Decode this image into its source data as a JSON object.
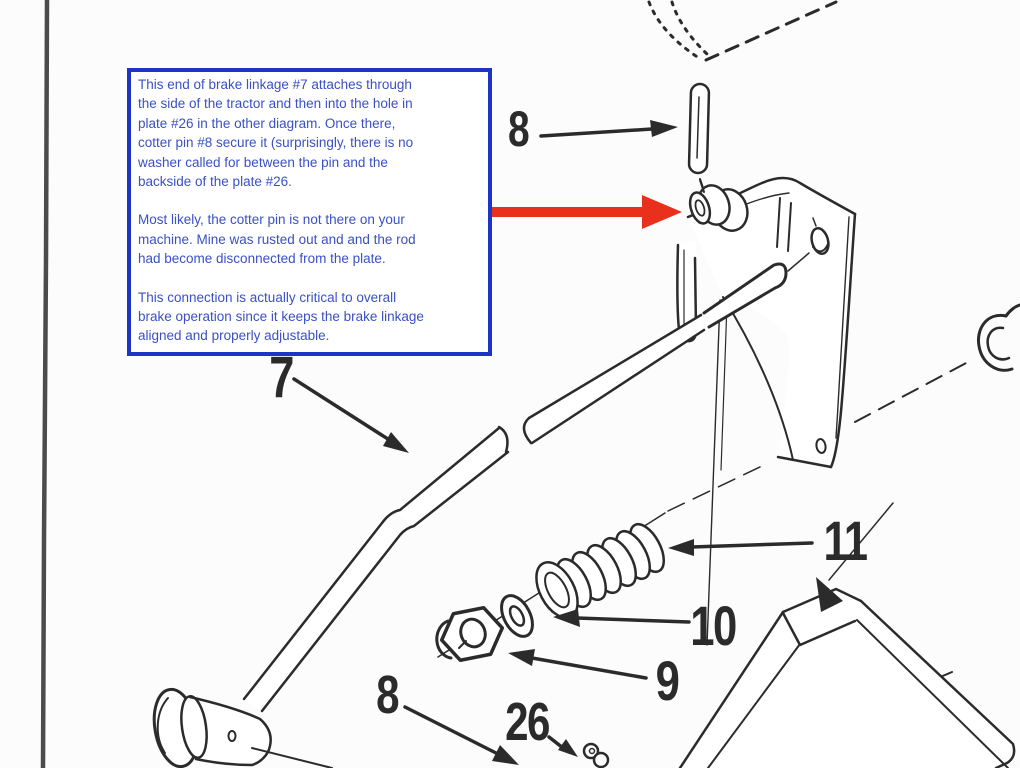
{
  "annotation": {
    "paragraphs": [
      "This end of brake linkage #7 attaches through\nthe side of the tractor and then into the hole in\nplate #26 in the other diagram. Once there,\ncotter pin #8 secure it (surprisingly, there is no\nwasher called for between the pin and the\nbackside of the plate #26.",
      "Most likely, the cotter pin is not there on your\nmachine. Mine was rusted out and and the rod\nhad become  disconnected from the plate.",
      "This connection is actually critical to overall\nbrake operation since it keeps the brake linkage\naligned and properly adjustable."
    ]
  },
  "labels": {
    "part_8_top": "8",
    "part_7": "7",
    "part_11": "11",
    "part_10": "10",
    "part_9": "9",
    "part_8_bottom": "8",
    "part_26": "26"
  },
  "colors": {
    "paper": "#fcfcfc",
    "ink": "#2b2b2b",
    "annotation_border": "#1c35c7",
    "annotation_text": "#3a50c5",
    "red_arrow": "#e8301d"
  }
}
